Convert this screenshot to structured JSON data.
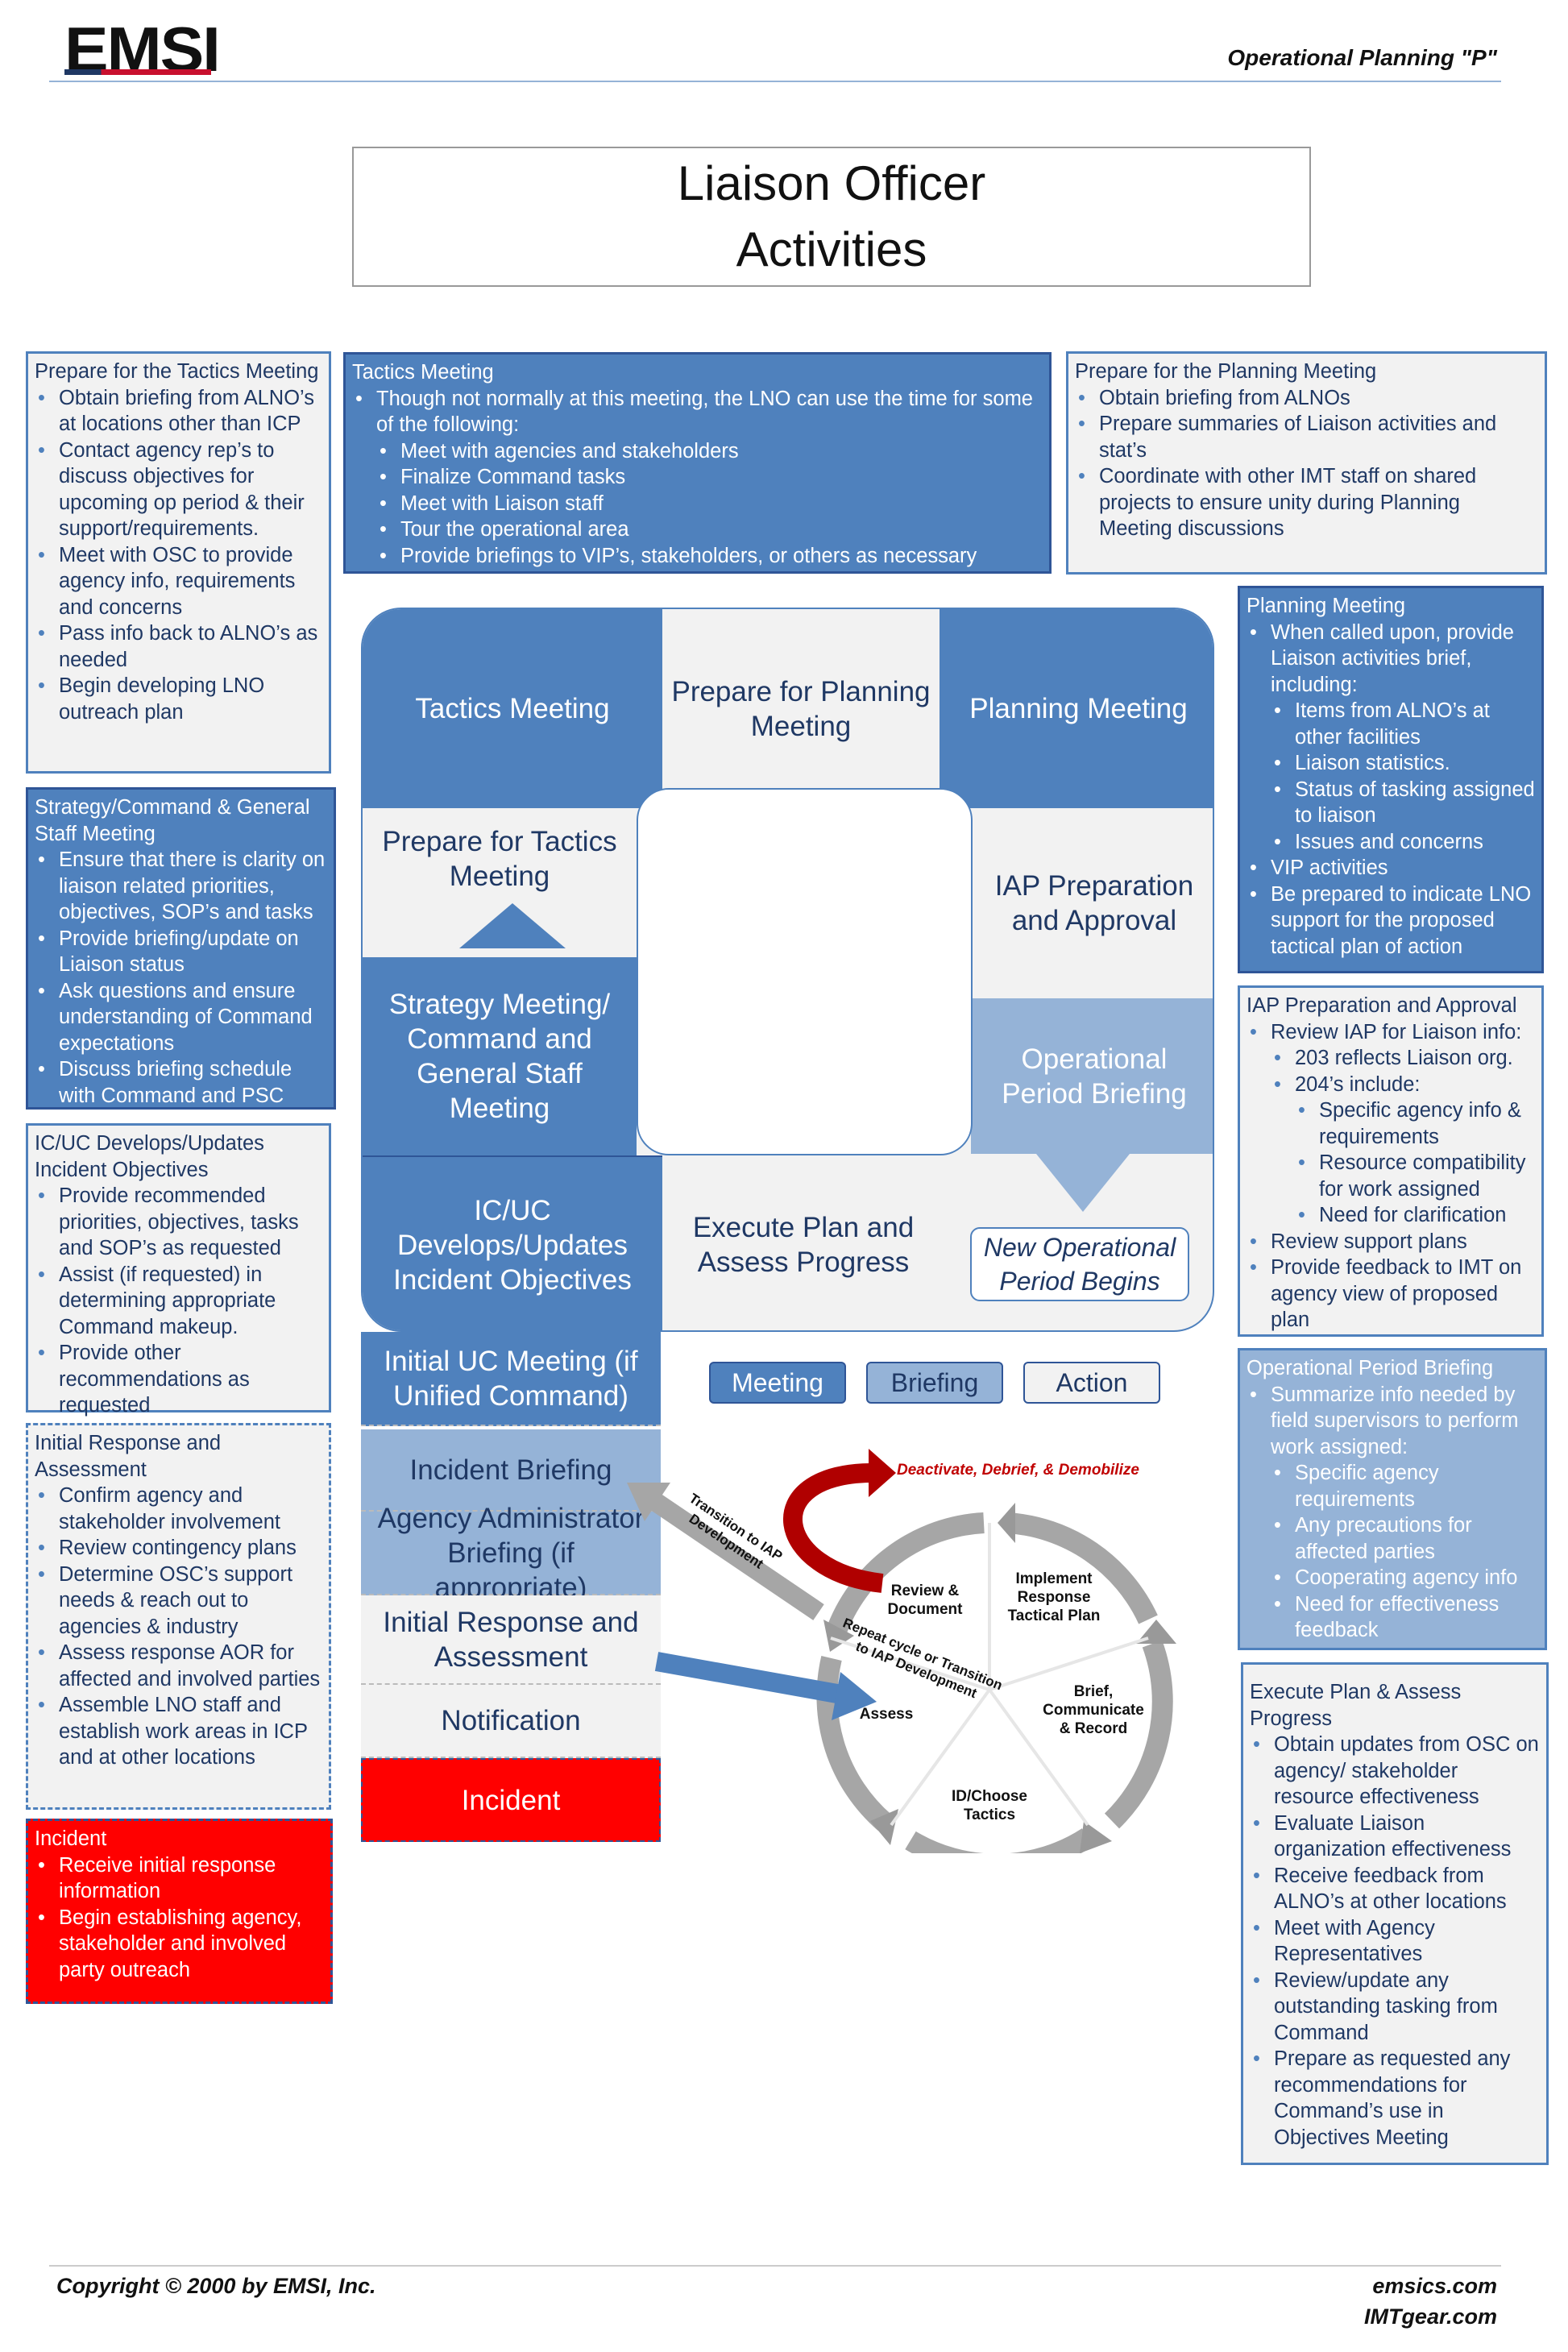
{
  "header": {
    "logo": "EMSI",
    "subtitle": "Operational Planning \"P\"",
    "title_line1": "Liaison Officer",
    "title_line2": "Activities"
  },
  "colors": {
    "meeting": "#4f81bd",
    "briefing": "#95b3d7",
    "action": "#f2f2f2",
    "incident": "#ff0000",
    "deactivate": "#c00000"
  },
  "boxes": {
    "prep_tactics": {
      "title": "Prepare for the Tactics Meeting",
      "items": [
        {
          "t": "Obtain briefing from ALNO’s at locations other than ICP",
          "l": 0
        },
        {
          "t": "Contact agency rep’s to discuss objectives for upcoming op period & their support/requirements.",
          "l": 0
        },
        {
          "t": "Meet with OSC to provide agency info, requirements and concerns",
          "l": 0
        },
        {
          "t": "Pass info back to ALNO’s as needed",
          "l": 0
        },
        {
          "t": "Begin developing LNO outreach plan",
          "l": 0
        }
      ]
    },
    "strategy": {
      "title": "Strategy/Command & General Staff Meeting",
      "items": [
        {
          "t": "Ensure that there is clarity on liaison related priorities, objectives, SOP’s and tasks",
          "l": 0
        },
        {
          "t": "Provide briefing/update on Liaison status",
          "l": 0
        },
        {
          "t": "Ask questions and ensure understanding of Command expectations",
          "l": 0
        },
        {
          "t": "Discuss briefing schedule with Command and PSC",
          "l": 0
        }
      ]
    },
    "icuc": {
      "title": "IC/UC Develops/Updates Incident Objectives",
      "items": [
        {
          "t": "Provide recommended priorities, objectives, tasks and SOP’s as requested",
          "l": 0
        },
        {
          "t": "Assist (if requested) in determining appropriate Command makeup.",
          "l": 0
        },
        {
          "t": "Provide other recommendations as requested",
          "l": 0
        }
      ]
    },
    "initial": {
      "title": "Initial Response and Assessment",
      "items": [
        {
          "t": "Confirm agency and stakeholder involvement",
          "l": 0
        },
        {
          "t": "Review contingency plans",
          "l": 0
        },
        {
          "t": "Determine OSC’s support needs & reach out to agencies & industry",
          "l": 0
        },
        {
          "t": "Assess response AOR for affected and involved parties",
          "l": 0
        },
        {
          "t": "Assemble LNO staff and establish work areas in ICP and at other locations",
          "l": 0
        }
      ]
    },
    "incident": {
      "title": "Incident",
      "items": [
        {
          "t": "Receive initial response information",
          "l": 0
        },
        {
          "t": "Begin establishing agency, stakeholder and involved party outreach",
          "l": 0
        }
      ]
    },
    "tactics": {
      "title": "Tactics Meeting",
      "items": [
        {
          "t": "Though not normally at this meeting, the LNO can use the time for some of the following:",
          "l": 0
        },
        {
          "t": "Meet with agencies and stakeholders",
          "l": 1
        },
        {
          "t": "Finalize Command tasks",
          "l": 1
        },
        {
          "t": "Meet with Liaison staff",
          "l": 1
        },
        {
          "t": "Tour the operational area",
          "l": 1
        },
        {
          "t": "Provide briefings to VIP’s, stakeholders, or others as necessary",
          "l": 1
        }
      ]
    },
    "prep_planning": {
      "title": "Prepare for the Planning Meeting",
      "items": [
        {
          "t": "Obtain briefing from ALNOs",
          "l": 0
        },
        {
          "t": "Prepare summaries of Liaison activities and stat’s",
          "l": 0
        },
        {
          "t": "Coordinate with other IMT staff on shared projects to ensure unity during Planning Meeting discussions",
          "l": 0
        }
      ]
    },
    "planning": {
      "title": "Planning Meeting",
      "items": [
        {
          "t": "When called upon, provide Liaison activities brief, including:",
          "l": 0
        },
        {
          "t": "Items from ALNO’s at other facilities",
          "l": 1
        },
        {
          "t": "Liaison statistics.",
          "l": 1
        },
        {
          "t": "Status of tasking assigned to liaison",
          "l": 1
        },
        {
          "t": "Issues and concerns",
          "l": 1
        },
        {
          "t": "VIP activities",
          "l": 0
        },
        {
          "t": "Be prepared to indicate LNO support for the proposed tactical plan of action",
          "l": 0
        }
      ]
    },
    "iap": {
      "title": "IAP Preparation and Approval",
      "items": [
        {
          "t": "Review IAP for Liaison info:",
          "l": 0
        },
        {
          "t": "203 reflects Liaison org.",
          "l": 1
        },
        {
          "t": "204’s include:",
          "l": 1
        },
        {
          "t": "Specific agency info & requirements",
          "l": 2
        },
        {
          "t": "Resource compatibility for work assigned",
          "l": 2
        },
        {
          "t": "Need for clarification",
          "l": 2
        },
        {
          "t": "Review support plans",
          "l": 0
        },
        {
          "t": "Provide feedback to IMT on agency view of proposed plan",
          "l": 0
        }
      ]
    },
    "opbrief": {
      "title": "Operational Period Briefing",
      "items": [
        {
          "t": "Summarize info needed by field supervisors to perform work assigned:",
          "l": 0
        },
        {
          "t": "Specific agency requirements",
          "l": 1
        },
        {
          "t": "Any precautions for affected parties",
          "l": 1
        },
        {
          "t": "Cooperating agency info",
          "l": 1
        },
        {
          "t": "Need for effectiveness feedback",
          "l": 1
        }
      ]
    },
    "execute": {
      "title": "Execute Plan & Assess Progress",
      "items": [
        {
          "t": "Obtain updates from OSC on agency/ stakeholder resource effectiveness",
          "l": 0
        },
        {
          "t": "Evaluate Liaison organization effectiveness",
          "l": 0
        },
        {
          "t": "Receive feedback from ALNO’s at other locations",
          "l": 0
        },
        {
          "t": "Meet with Agency Representatives",
          "l": 0
        },
        {
          "t": "Review/update any outstanding tasking from Command",
          "l": 0
        },
        {
          "t": "Prepare as requested any recommendations for Command’s use in Objectives Meeting",
          "l": 0
        }
      ]
    }
  },
  "p": {
    "tactics": "Tactics Meeting",
    "prep_planning": "Prepare for Planning Meeting",
    "planning": "Planning Meeting",
    "prep_tactics": "Prepare for Tactics Meeting",
    "iap": "IAP Preparation and Approval",
    "strategy": "Strategy Meeting/ Command and General Staff Meeting",
    "opbrief": "Operational Period Briefing",
    "icuc": "IC/UC Develops/Updates Incident Objectives",
    "execute": "Execute Plan and Assess Progress",
    "new_period": "New Operational Period Begins",
    "initial_uc": "Initial UC Meeting (if Unified Command)",
    "incident_briefing": "Incident Briefing",
    "agency_admin": "Agency Administrator Briefing (if appropriate)",
    "initial_response": "Initial Response and Assessment",
    "notification": "Notification",
    "incident": "Incident"
  },
  "legend": {
    "meeting": "Meeting",
    "briefing": "Briefing",
    "action": "Action"
  },
  "cycle": {
    "deactivate": "Deactivate, Debrief, & Demobilize",
    "review": [
      "Review &",
      "Document"
    ],
    "implement": [
      "Implement",
      "Response",
      "Tactical Plan"
    ],
    "brief": [
      "Brief,",
      "Communicate",
      "& Record"
    ],
    "choose": [
      "ID/Choose",
      "Tactics"
    ],
    "assess": "Assess",
    "repeat": [
      "Repeat cycle or Transition",
      "to IAP Development"
    ],
    "transition": [
      "Transition to IAP",
      "Development"
    ]
  },
  "footer": {
    "copyright": "Copyright © 2000 by EMSI, Inc.",
    "site1": "emsics.com",
    "site2": "IMTgear.com"
  }
}
